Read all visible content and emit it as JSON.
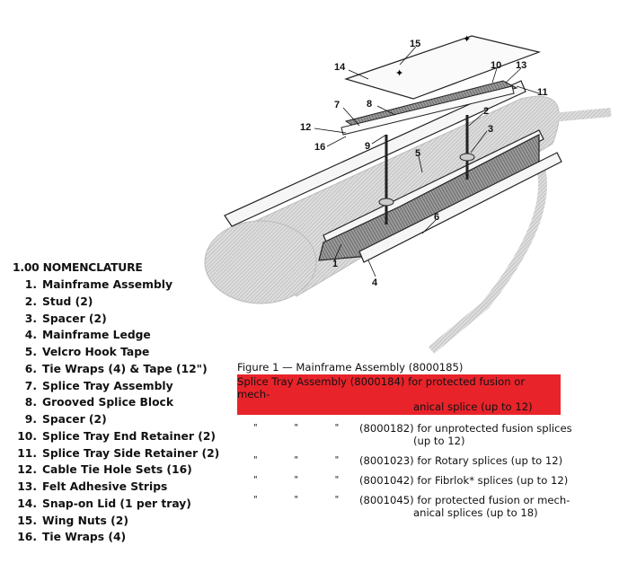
{
  "figure": {
    "callouts": [
      "1",
      "2",
      "3",
      "4",
      "5",
      "6",
      "7",
      "8",
      "9",
      "10",
      "11",
      "12",
      "13",
      "14",
      "15",
      "16"
    ],
    "caption_title": "Figure 1 — Mainframe Assembly (8000185)",
    "highlight": {
      "line1": "Splice Tray Assembly (8000184) for protected fusion or mech-",
      "line2": "anical splice (up to 12)",
      "color": "#e8232a"
    },
    "ditto": "\"",
    "variants": [
      {
        "line1": "(8000182) for unprotected fusion splices",
        "line2": "(up to 12)"
      },
      {
        "line1": "(8001023) for Rotary splices (up to 12)",
        "line2": ""
      },
      {
        "line1": "(8001042) for Fibrlok* splices (up to 12)",
        "line2": ""
      },
      {
        "line1": "(8001045) for protected fusion or mech-",
        "line2": "anical splices (up to 18)"
      }
    ]
  },
  "nomenclature": {
    "heading": "1.00 NOMENCLATURE",
    "items": [
      {
        "num": "1.",
        "label": "Mainframe Assembly"
      },
      {
        "num": "2.",
        "label": "Stud (2)"
      },
      {
        "num": "3.",
        "label": "Spacer (2)"
      },
      {
        "num": "4.",
        "label": "Mainframe Ledge"
      },
      {
        "num": "5.",
        "label": "Velcro Hook Tape"
      },
      {
        "num": "6.",
        "label": "Tie Wraps (4) & Tape (12\")"
      },
      {
        "num": "7.",
        "label": "Splice Tray Assembly"
      },
      {
        "num": "8.",
        "label": "Grooved Splice Block"
      },
      {
        "num": "9.",
        "label": "Spacer (2)"
      },
      {
        "num": "10.",
        "label": "Splice Tray End Retainer (2)"
      },
      {
        "num": "11.",
        "label": "Splice Tray Side Retainer (2)"
      },
      {
        "num": "12.",
        "label": "Cable Tie Hole Sets (16)"
      },
      {
        "num": "13.",
        "label": "Felt Adhesive Strips"
      },
      {
        "num": "14.",
        "label": "Snap-on Lid (1 per tray)"
      },
      {
        "num": "15.",
        "label": "Wing Nuts (2)"
      },
      {
        "num": "16.",
        "label": "Tie Wraps (4)"
      }
    ]
  }
}
